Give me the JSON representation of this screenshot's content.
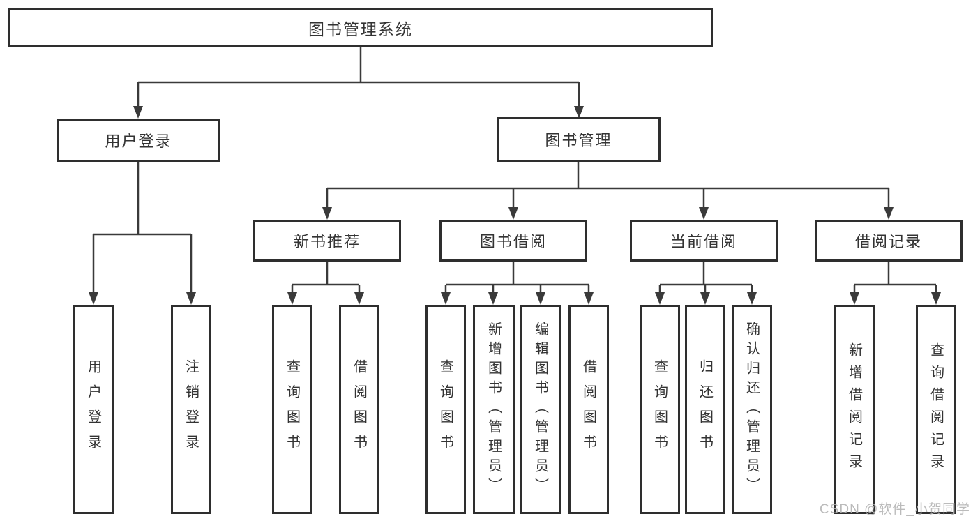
{
  "tree": {
    "label": "图书管理系统",
    "children": [
      {
        "label": "用户登录",
        "children": [
          {
            "label": "用户登录"
          },
          {
            "label": "注销登录"
          }
        ]
      },
      {
        "label": "图书管理",
        "children": [
          {
            "label": "新书推荐",
            "children": [
              {
                "label": "查询图书"
              },
              {
                "label": "借阅图书"
              }
            ]
          },
          {
            "label": "图书借阅",
            "children": [
              {
                "label": "查询图书"
              },
              {
                "label": "新增图书（管理员）"
              },
              {
                "label": "编辑图书（管理员）"
              },
              {
                "label": "借阅图书"
              }
            ]
          },
          {
            "label": "当前借阅",
            "children": [
              {
                "label": "查询图书"
              },
              {
                "label": "归还图书"
              },
              {
                "label": "确认归还（管理员）"
              }
            ]
          },
          {
            "label": "借阅记录",
            "children": [
              {
                "label": "新增借阅记录"
              },
              {
                "label": "查询借阅记录"
              }
            ]
          }
        ]
      }
    ]
  },
  "watermark": {
    "text": "CSDN @软件_小贺同学"
  },
  "colors": {
    "line": "#3a3a3a",
    "box_border": "#2e2e2e",
    "text": "#333333",
    "watermark": "#b4b4b4",
    "background": "#ffffff"
  }
}
